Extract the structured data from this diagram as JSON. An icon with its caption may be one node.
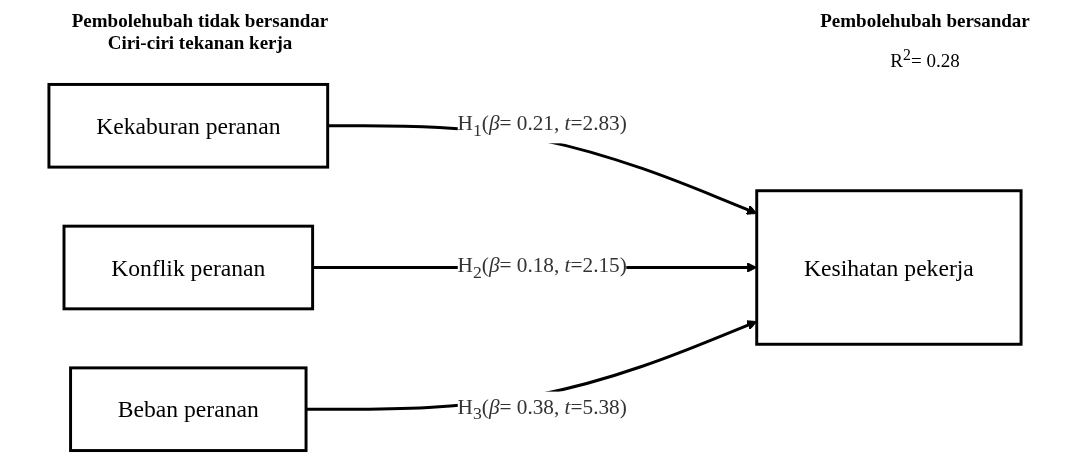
{
  "diagram": {
    "nodes": [
      {
        "text": [
          "Kekaburan peranan"
        ]
      },
      {
        "text": [
          "Konflik peranan"
        ]
      },
      {
        "text": [
          "Beban peranan"
        ]
      },
      {
        "text": [
          "Kesihatan pekerja"
        ]
      }
    ],
    "edges": [
      {
        "from": 0,
        "to": 3,
        "arrow": "to",
        "label": "H$_{1}$(*β*= 0.21, *t*=2.83)"
      },
      {
        "from": 1,
        "to": 3,
        "arrow": "to",
        "label": "H$_{2}$(*β*= 0.18, *t*=2.15)"
      },
      {
        "from": 2,
        "to": 3,
        "arrow": "to",
        "label": "H$_{3}$(*β*= 0.38, *t*=5.38)"
      }
    ],
    "labels": [
      "Pembolehubah tidak bersandar",
      "Ciri-ciri tekanan kerja",
      "Pembolehubah bersandar",
      "R$^{2}$= 0.28"
    ]
  }
}
